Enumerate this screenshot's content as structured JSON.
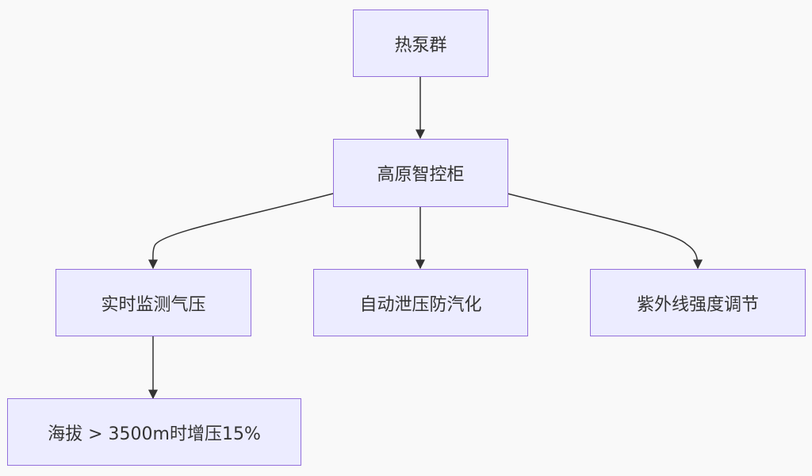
{
  "diagram": {
    "type": "flowchart",
    "direction": "top-down",
    "colors": {
      "node_fill": "#ececff",
      "node_border": "#9370db",
      "edge": "#333333",
      "text": "#333333",
      "background": "#f9f9f9"
    },
    "nodes": {
      "heat_pump": {
        "label": "热泵群"
      },
      "control_cabinet": {
        "label": "高原智控柜"
      },
      "pressure_monitor": {
        "label": "实时监测气压"
      },
      "auto_relief": {
        "label": "自动泄压防汽化"
      },
      "uv_adjust": {
        "label": "紫外线强度调节"
      },
      "altitude_boost": {
        "label": "海拔 > 3500m时增压15%"
      }
    },
    "edges": [
      {
        "from": "heat_pump",
        "to": "control_cabinet"
      },
      {
        "from": "control_cabinet",
        "to": "pressure_monitor"
      },
      {
        "from": "control_cabinet",
        "to": "auto_relief"
      },
      {
        "from": "control_cabinet",
        "to": "uv_adjust"
      },
      {
        "from": "pressure_monitor",
        "to": "altitude_boost"
      }
    ]
  }
}
